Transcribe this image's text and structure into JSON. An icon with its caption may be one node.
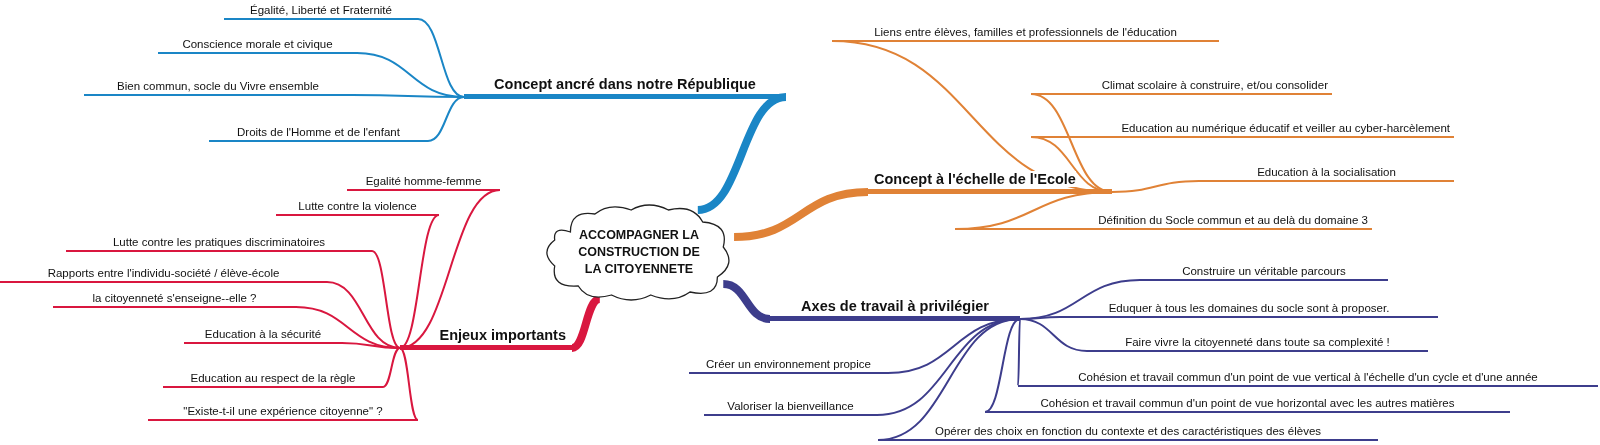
{
  "diagram": {
    "nodes": [
      {
        "text": [
          "ACCOMPAGNER LA CONSTRUCTION DE LA CITOYENNETE"
        ]
      },
      {
        "text": [
          "Concept ancré dans notre République"
        ]
      },
      {
        "text": [
          "Égalité, Liberté et Fraternité"
        ]
      },
      {
        "text": [
          "Conscience morale et civique"
        ]
      },
      {
        "text": [
          "Bien commun, socle du Vivre ensemble"
        ]
      },
      {
        "text": [
          "Droits de l'Homme et de l'enfant"
        ]
      },
      {
        "text": [
          "Concept à l'échelle de l'Ecole"
        ]
      },
      {
        "text": [
          "Liens entre élèves, familles et professionnels de l'éducation"
        ]
      },
      {
        "text": [
          "Climat scolaire à construire, et/ou consolider"
        ]
      },
      {
        "text": [
          "Education au numérique éducatif et veiller au cyber-harcèlement"
        ]
      },
      {
        "text": [
          "Education à la socialisation"
        ]
      },
      {
        "text": [
          "Définition du Socle commun et au delà du domaine 3"
        ]
      },
      {
        "text": [
          "Enjeux importants"
        ]
      },
      {
        "text": [
          "Egalité homme-femme"
        ]
      },
      {
        "text": [
          "Lutte contre la violence"
        ]
      },
      {
        "text": [
          "Lutte contre les pratiques discriminatoires"
        ]
      },
      {
        "text": [
          "Rapports entre l'individu-société / élève-école"
        ]
      },
      {
        "text": [
          "la citoyenneté s'enseigne--elle ?"
        ]
      },
      {
        "text": [
          "Education à la sécurité"
        ]
      },
      {
        "text": [
          "Education au respect de la règle"
        ]
      },
      {
        "text": [
          "\"Existe-t-il une expérience citoyenne\" ?"
        ]
      },
      {
        "text": [
          "Axes de travail à privilégier"
        ]
      },
      {
        "text": [
          "Construire un véritable parcours"
        ]
      },
      {
        "text": [
          "Eduquer à tous les domaines du socle sont à proposer."
        ]
      },
      {
        "text": [
          "Faire vivre la citoyenneté dans toute sa complexité !"
        ]
      },
      {
        "text": [
          "Créer un environnement propice"
        ]
      },
      {
        "text": [
          "Cohésion et travail commun d'un point de vue vertical à l'échelle d'un cycle et d'une année"
        ]
      },
      {
        "text": [
          "Valoriser la bienveillance"
        ]
      },
      {
        "text": [
          "Cohésion et travail commun d'un point de vue horizontal avec les autres matières"
        ]
      },
      {
        "text": [
          "Opérer des choix en fonction du contexte et des caractéristiques des élèves"
        ]
      }
    ],
    "edges": [
      {
        "from": 0,
        "to": 1,
        "arrow": "none",
        "style": "thick",
        "color": "#1a86c6"
      },
      {
        "from": 1,
        "to": 2,
        "arrow": "none",
        "color": "#1a86c6"
      },
      {
        "from": 1,
        "to": 3,
        "arrow": "none",
        "color": "#1a86c6"
      },
      {
        "from": 1,
        "to": 4,
        "arrow": "none",
        "color": "#1a86c6"
      },
      {
        "from": 1,
        "to": 5,
        "arrow": "none",
        "color": "#1a86c6"
      },
      {
        "from": 0,
        "to": 6,
        "arrow": "none",
        "style": "thick",
        "color": "#e08236"
      },
      {
        "from": 6,
        "to": 7,
        "arrow": "none",
        "color": "#e08236"
      },
      {
        "from": 6,
        "to": 8,
        "arrow": "none",
        "color": "#e08236"
      },
      {
        "from": 6,
        "to": 9,
        "arrow": "none",
        "color": "#e08236"
      },
      {
        "from": 6,
        "to": 10,
        "arrow": "none",
        "color": "#e08236"
      },
      {
        "from": 6,
        "to": 11,
        "arrow": "none",
        "color": "#e08236"
      },
      {
        "from": 0,
        "to": 12,
        "arrow": "none",
        "style": "thick",
        "color": "#d9173f"
      },
      {
        "from": 12,
        "to": 13,
        "arrow": "none",
        "color": "#d9173f"
      },
      {
        "from": 12,
        "to": 14,
        "arrow": "none",
        "color": "#d9173f"
      },
      {
        "from": 12,
        "to": 15,
        "arrow": "none",
        "color": "#d9173f"
      },
      {
        "from": 12,
        "to": 16,
        "arrow": "none",
        "color": "#d9173f"
      },
      {
        "from": 12,
        "to": 17,
        "arrow": "none",
        "color": "#d9173f"
      },
      {
        "from": 12,
        "to": 18,
        "arrow": "none",
        "color": "#d9173f"
      },
      {
        "from": 12,
        "to": 19,
        "arrow": "none",
        "color": "#d9173f"
      },
      {
        "from": 12,
        "to": 20,
        "arrow": "none",
        "color": "#d9173f"
      },
      {
        "from": 0,
        "to": 21,
        "arrow": "none",
        "style": "thick",
        "color": "#3d3d8c"
      },
      {
        "from": 21,
        "to": 22,
        "arrow": "none",
        "color": "#3d3d8c"
      },
      {
        "from": 21,
        "to": 23,
        "arrow": "none",
        "color": "#3d3d8c"
      },
      {
        "from": 21,
        "to": 24,
        "arrow": "none",
        "color": "#3d3d8c"
      },
      {
        "from": 21,
        "to": 25,
        "arrow": "none",
        "color": "#3d3d8c"
      },
      {
        "from": 21,
        "to": 26,
        "arrow": "none",
        "color": "#3d3d8c"
      },
      {
        "from": 21,
        "to": 27,
        "arrow": "none",
        "color": "#3d3d8c"
      },
      {
        "from": 21,
        "to": 28,
        "arrow": "none",
        "color": "#3d3d8c"
      },
      {
        "from": 21,
        "to": 29,
        "arrow": "none",
        "color": "#3d3d8c"
      }
    ]
  }
}
